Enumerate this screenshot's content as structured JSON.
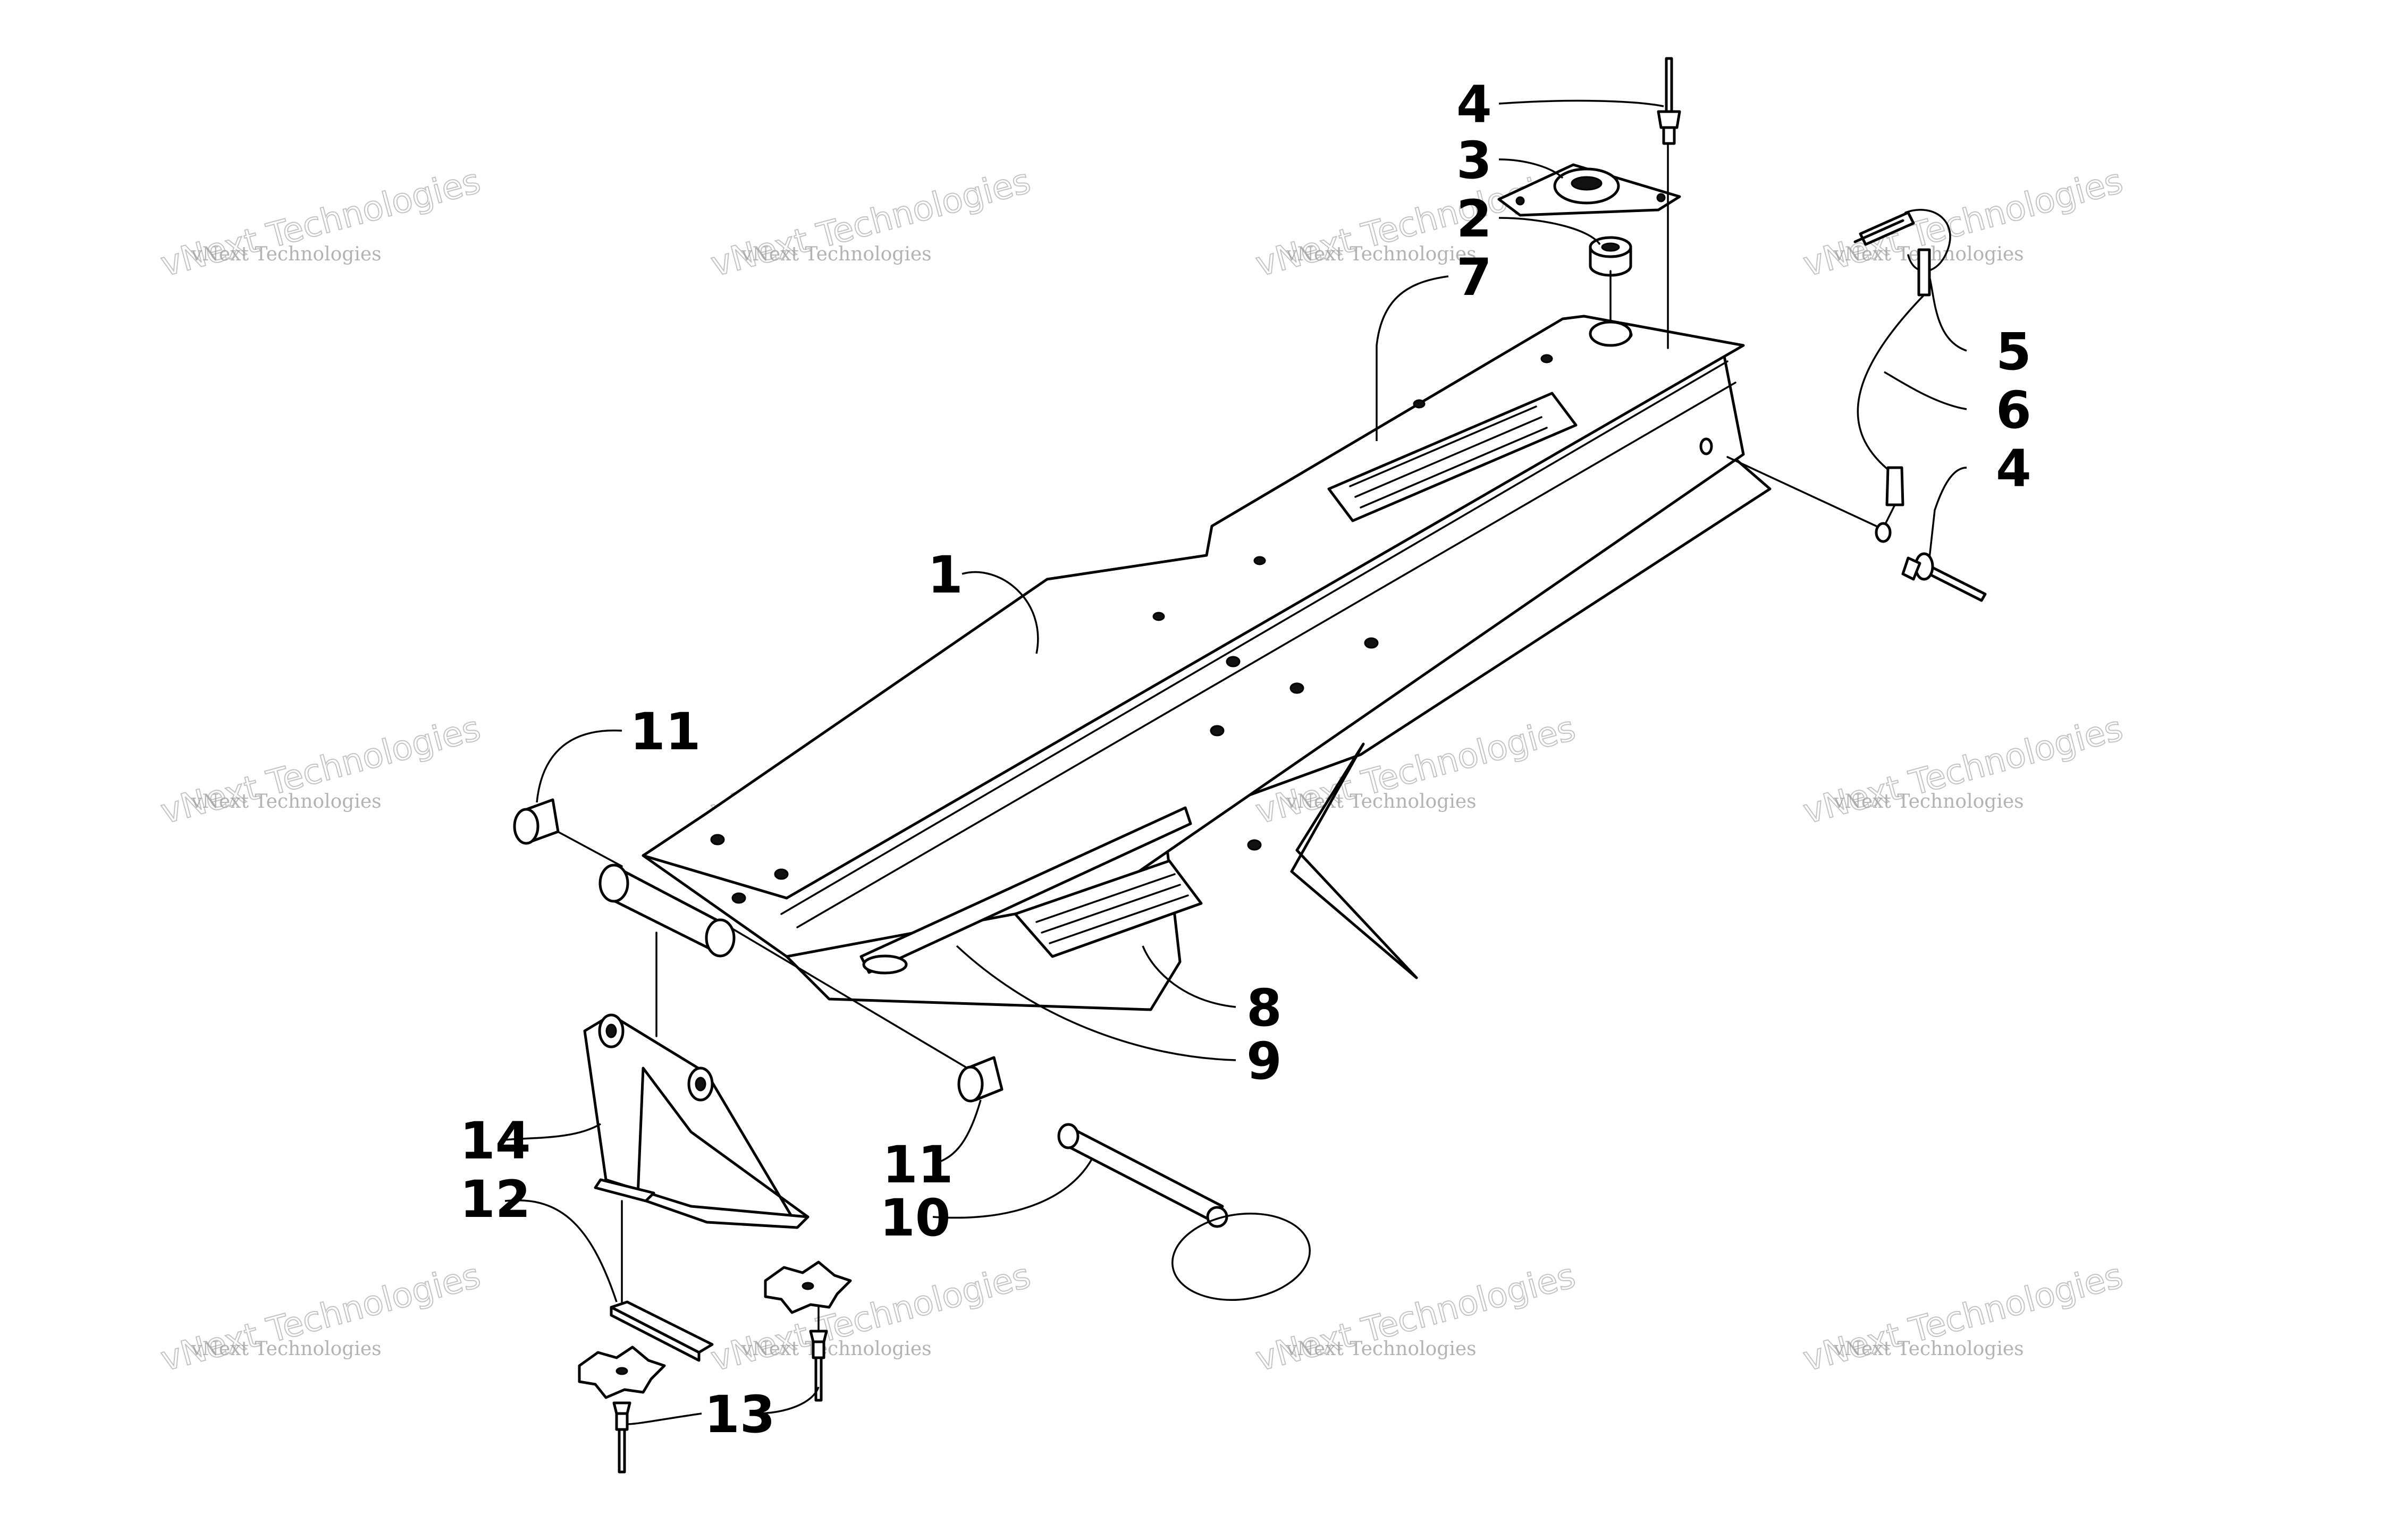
{
  "diagram": {
    "callouts": {
      "c1": "1",
      "c2": "2",
      "c3": "3",
      "c4a": "4",
      "c4b": "4",
      "c5": "5",
      "c6": "6",
      "c7": "7",
      "c8": "8",
      "c9": "9",
      "c10": "10",
      "c11a": "11",
      "c11b": "11",
      "c12": "12",
      "c13": "13",
      "c14": "14"
    },
    "watermark": {
      "name": "vNext Technologies",
      "logo": "vNext Technologies"
    }
  }
}
